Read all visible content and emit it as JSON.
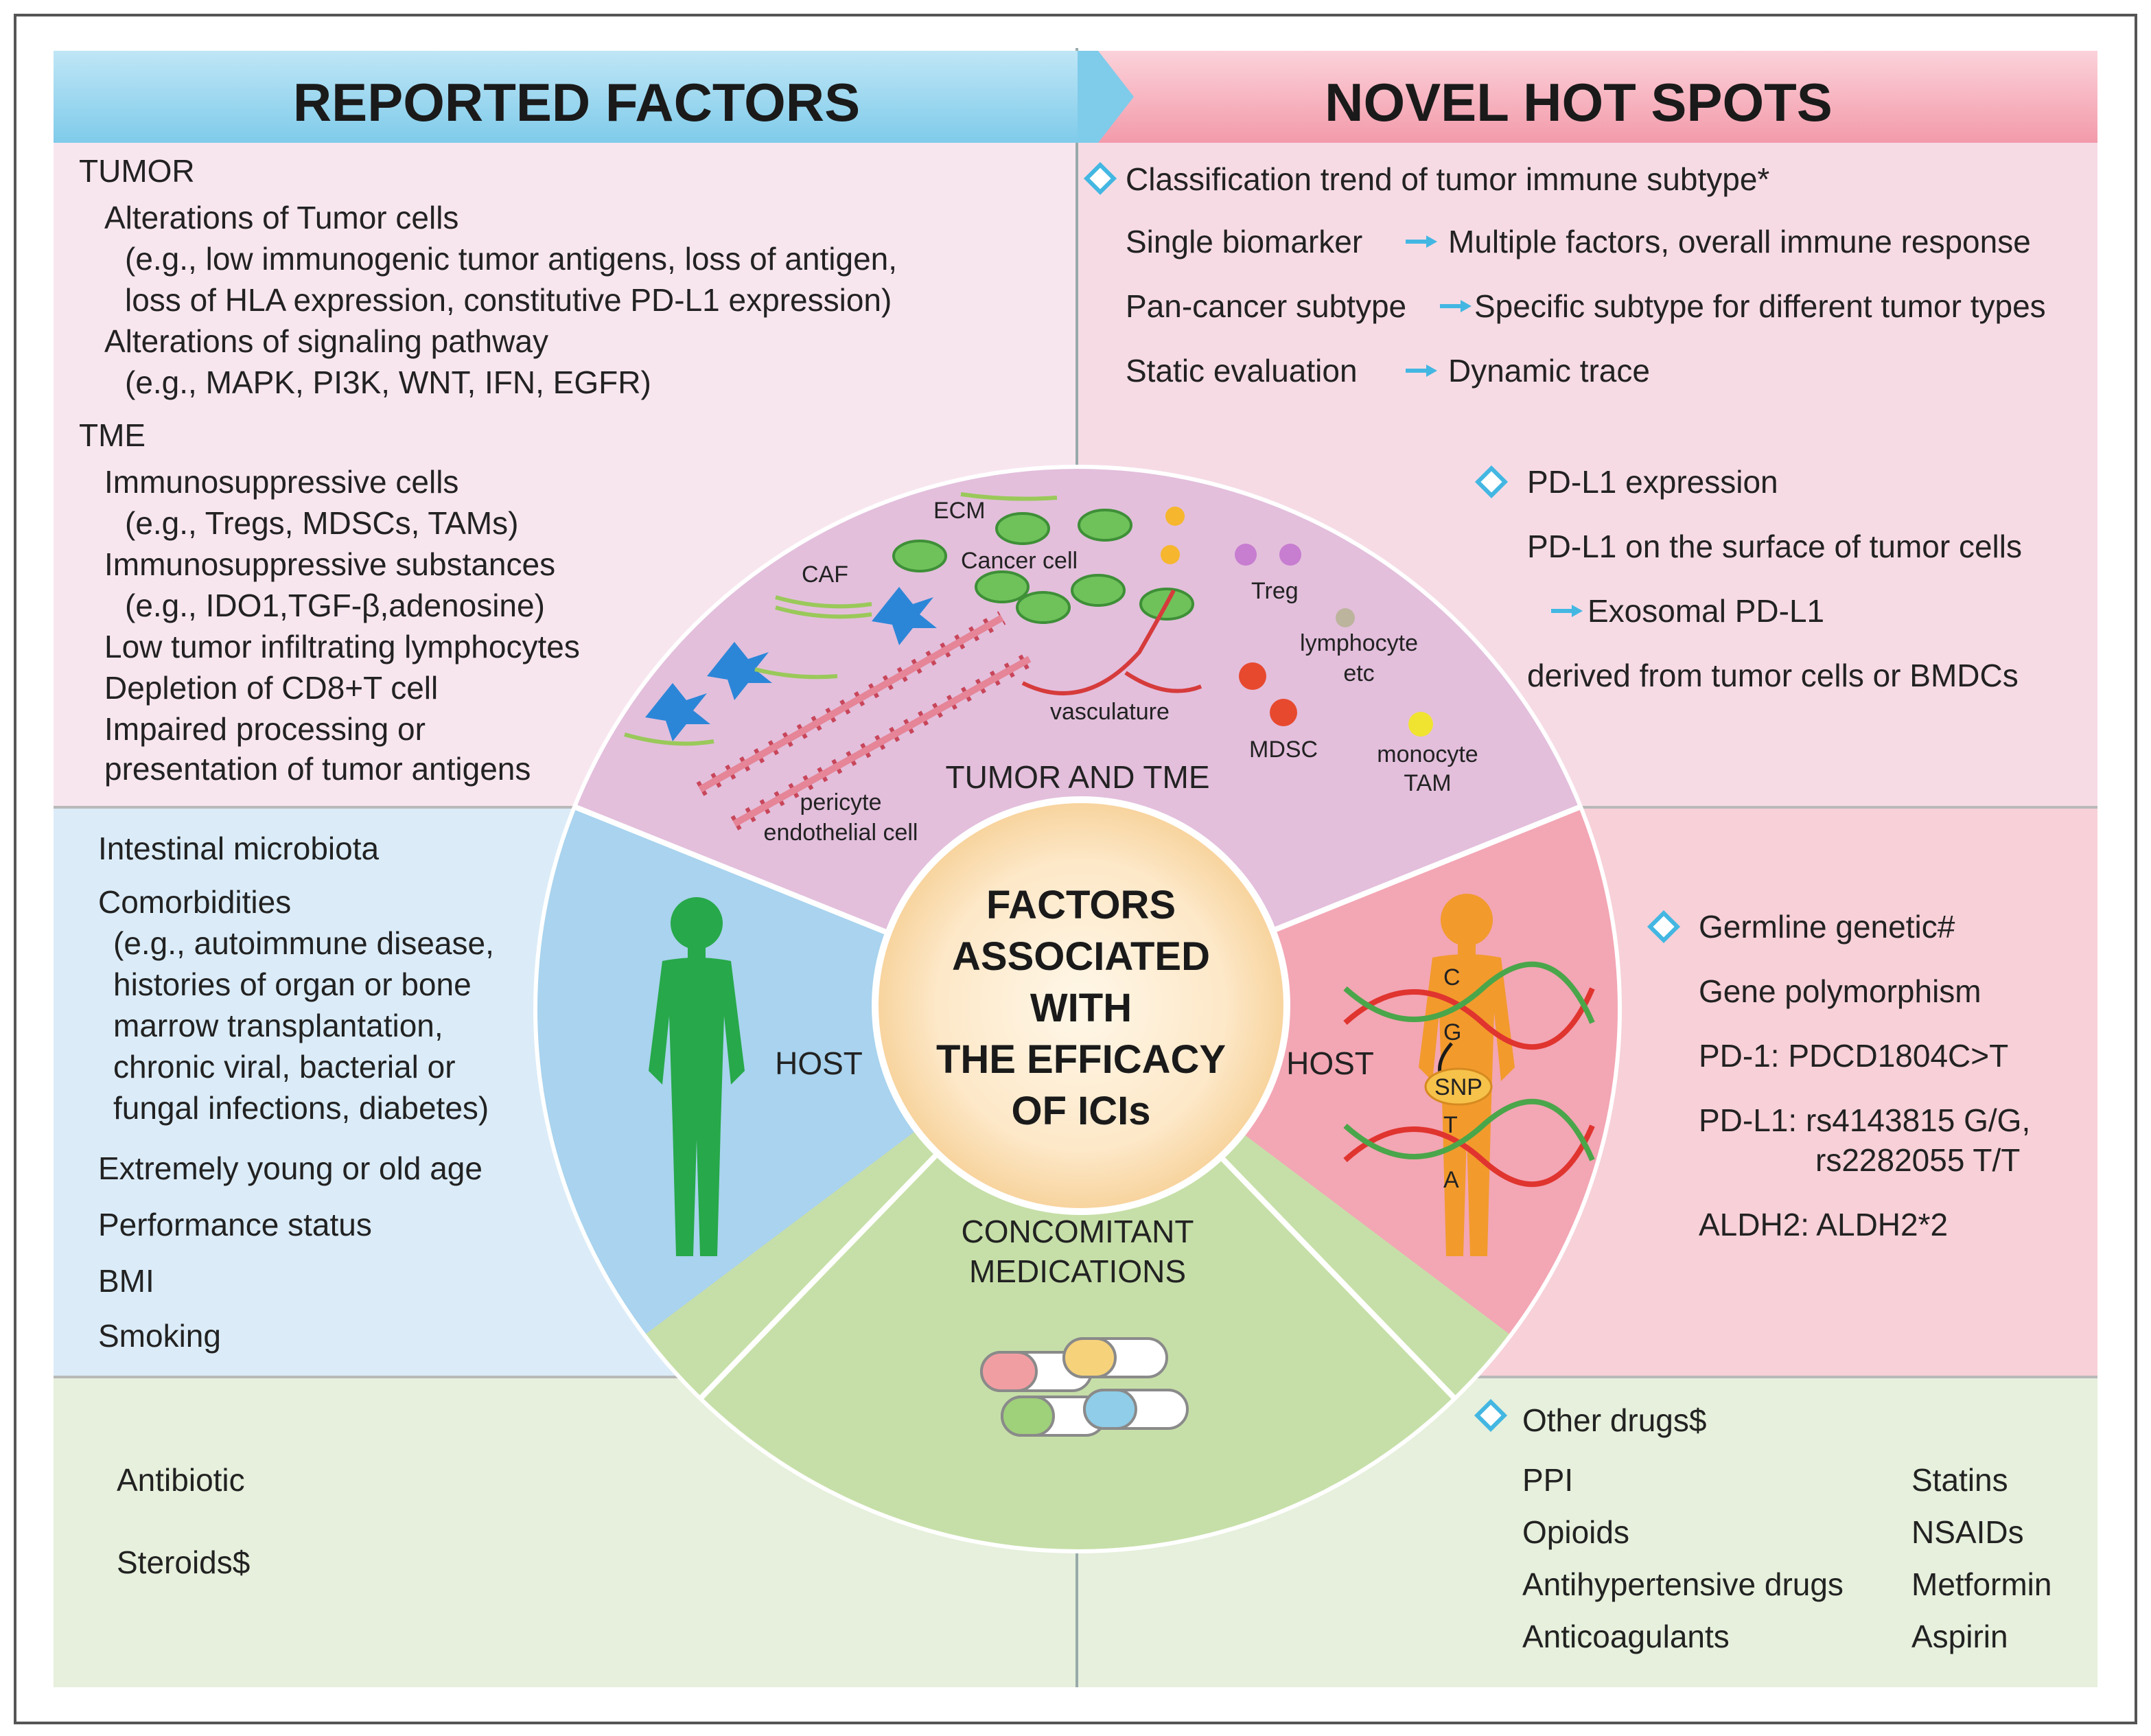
{
  "headers": {
    "left": "REPORTED FACTORS",
    "right": "NOVEL HOT SPOTS"
  },
  "center": {
    "lines": [
      "FACTORS",
      "ASSOCIATED",
      "WITH",
      "THE EFFICACY",
      "OF ICIs"
    ]
  },
  "wheel": {
    "tumor_label": "TUMOR AND TME",
    "host_left": "HOST",
    "host_right": "HOST",
    "med_line1": "CONCOMITANT",
    "med_line2": "MEDICATIONS",
    "cell_labels": {
      "ecm": "ECM",
      "caf": "CAF",
      "cancer_cell": "Cancer cell",
      "treg": "Treg",
      "lymph1": "lymphocyte",
      "lymph2": "etc",
      "vasculature": "vasculature",
      "mdsc": "MDSC",
      "mono1": "monocyte",
      "mono2": "TAM",
      "peri1": "pericyte",
      "peri2": "endothelial cell"
    },
    "dna_labels": {
      "c": "C",
      "g": "G",
      "snp": "SNP",
      "t": "T",
      "a": "A"
    }
  },
  "reported_tumor": [
    "TUMOR",
    "Alterations of Tumor cells",
    "(e.g., low immunogenic tumor antigens, loss of antigen,",
    "loss of HLA expression, constitutive PD-L1 expression)",
    "Alterations of  signaling pathway",
    "(e.g., MAPK,  PI3K,  WNT,  IFN,  EGFR)",
    "TME",
    "Immunosuppressive cells",
    "(e.g., Tregs, MDSCs, TAMs)",
    "Immunosuppressive substances",
    "(e.g., IDO1,TGF-β,adenosine)",
    "Low tumor infiltrating lymphocytes",
    "Depletion of CD8+T cell",
    "Impaired processing or",
    "presentation of tumor antigens"
  ],
  "reported_host": [
    "Intestinal microbiota",
    "Comorbidities",
    "(e.g., autoimmune disease,",
    "histories of organ or bone",
    "marrow transplantation,",
    "chronic viral, bacterial or",
    "fungal infections, diabetes)",
    "Extremely young or old age",
    "Performance status",
    "BMI",
    "Smoking"
  ],
  "reported_meds": [
    "Antibiotic",
    "Steroids$"
  ],
  "novel_subtype": {
    "title": "Classification trend of tumor immune subtype*",
    "rows": [
      {
        "from": "Single biomarker",
        "to": "Multiple factors, overall immune response"
      },
      {
        "from": "Pan-cancer subtype",
        "to": "Specific subtype for different tumor types"
      },
      {
        "from": "Static evaluation",
        "to": "Dynamic trace"
      }
    ]
  },
  "novel_pdl1": {
    "title": "PD-L1 expression",
    "line1": "PD-L1 on the surface of tumor cells",
    "line2": "Exosomal PD-L1",
    "line3": "derived from tumor cells or BMDCs"
  },
  "novel_germline": {
    "title": "Germline genetic#",
    "lines": [
      "Gene polymorphism",
      "PD-1: PDCD1804C>T",
      "PD-L1: rs4143815 G/G,",
      "rs2282055 T/T",
      "ALDH2: ALDH2*2"
    ]
  },
  "novel_drugs": {
    "title": "Other drugs$",
    "left": [
      "PPI",
      "Opioids",
      "Antihypertensive drugs",
      "Anticoagulants"
    ],
    "right": [
      "Statins",
      "NSAIDs",
      "Metformin",
      "Aspirin"
    ]
  },
  "colors": {
    "header_blue": "#8fd3ee",
    "header_pink": "#f4a9b6",
    "tumor_panel": "#f8e6ef",
    "novel_panel": "#f6dbe5",
    "host_left": "#dbecf8",
    "host_right": "#f7d0d8",
    "meds_panel": "#e6f0dc",
    "wedge_tumor": "#e3bfdc",
    "wedge_host_left": "#a9d3ee",
    "wedge_host_right": "#f3a6b4",
    "wedge_meds": "#c6dfa8",
    "arrow": "#43b7e2",
    "diamond": "#43b7e2"
  }
}
